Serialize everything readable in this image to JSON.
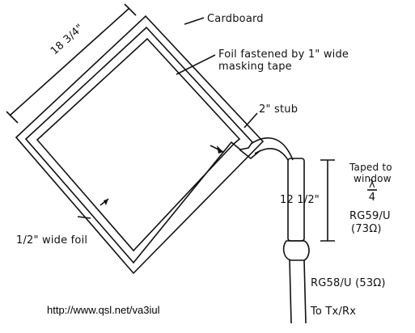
{
  "labels": {
    "cardboard": "Cardboard",
    "foil_line1": "Foil fastened by 1\" wide",
    "foil_line2": "masking tape",
    "side_length": "18 3/4\"",
    "stub": "2\" stub",
    "taped1": "Taped to",
    "taped2": "window",
    "lambda_top": "λ",
    "lambda_bottom": "4",
    "length_12": "12 1/2\"",
    "rg59": "RG59/U",
    "rg59_imp": "(73Ω)",
    "rg58": "RG58/U (53Ω)",
    "to_txrx": "To Tx/Rx",
    "foil_width": "1/2\" wide foil"
  },
  "source_url": "http://www.qsl.net/va3iul",
  "colors": {
    "ink": "#111111",
    "background": "#ffffff"
  }
}
